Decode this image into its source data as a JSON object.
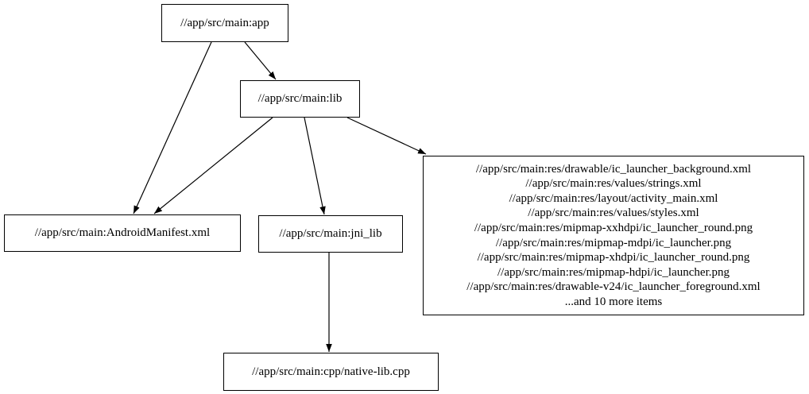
{
  "diagram": {
    "type": "dependency-graph",
    "colors": {
      "background": "#ffffff",
      "node_fill": "#ffffff",
      "node_border": "#000000",
      "edge": "#000000",
      "text": "#000000"
    },
    "nodes": {
      "app": {
        "label": "//app/src/main:app"
      },
      "lib": {
        "label": "//app/src/main:lib"
      },
      "manifest": {
        "label": "//app/src/main:AndroidManifest.xml"
      },
      "jni_lib": {
        "label": "//app/src/main:jni_lib"
      },
      "res_group": {
        "lines": [
          "//app/src/main:res/drawable/ic_launcher_background.xml",
          "//app/src/main:res/values/strings.xml",
          "//app/src/main:res/layout/activity_main.xml",
          "//app/src/main:res/values/styles.xml",
          "//app/src/main:res/mipmap-xxhdpi/ic_launcher_round.png",
          "//app/src/main:res/mipmap-mdpi/ic_launcher.png",
          "//app/src/main:res/mipmap-xhdpi/ic_launcher_round.png",
          "//app/src/main:res/mipmap-hdpi/ic_launcher.png",
          "//app/src/main:res/drawable-v24/ic_launcher_foreground.xml",
          "...and 10 more items"
        ]
      },
      "native_lib": {
        "label": "//app/src/main:cpp/native-lib.cpp"
      }
    },
    "edges": [
      {
        "from": "app",
        "to": "lib"
      },
      {
        "from": "app",
        "to": "manifest"
      },
      {
        "from": "lib",
        "to": "manifest"
      },
      {
        "from": "lib",
        "to": "jni_lib"
      },
      {
        "from": "lib",
        "to": "res_group"
      },
      {
        "from": "jni_lib",
        "to": "native_lib"
      }
    ]
  }
}
